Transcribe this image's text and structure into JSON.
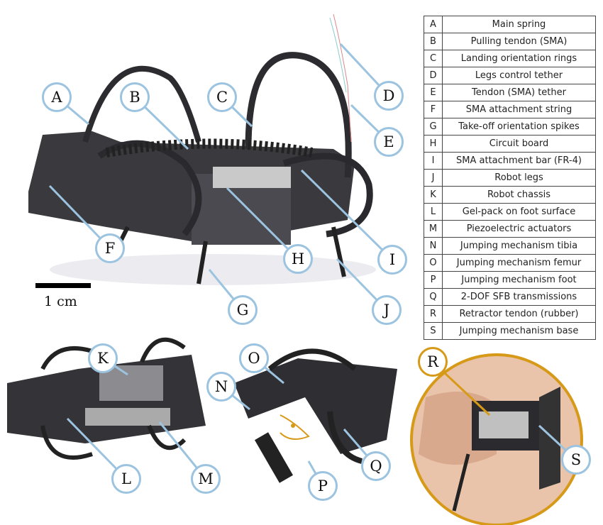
{
  "scale_bar": {
    "label": "1 cm"
  },
  "callouts": {
    "A": "A",
    "B": "B",
    "C": "C",
    "D": "D",
    "E": "E",
    "F": "F",
    "G": "G",
    "H": "H",
    "I": "I",
    "J": "J",
    "K": "K",
    "L": "L",
    "M": "M",
    "N": "N",
    "O": "O",
    "P": "P",
    "Q": "Q",
    "R": "R",
    "S": "S"
  },
  "legend": [
    {
      "key": "A",
      "text": "Main spring"
    },
    {
      "key": "B",
      "text": "Pulling tendon (SMA)"
    },
    {
      "key": "C",
      "text": "Landing orientation rings"
    },
    {
      "key": "D",
      "text": "Legs control tether"
    },
    {
      "key": "E",
      "text": "Tendon (SMA) tether"
    },
    {
      "key": "F",
      "text": "SMA attachment string"
    },
    {
      "key": "G",
      "text": "Take-off orientation spikes"
    },
    {
      "key": "H",
      "text": "Circuit board"
    },
    {
      "key": "I",
      "text": "SMA attachment bar (FR-4)"
    },
    {
      "key": "J",
      "text": "Robot legs"
    },
    {
      "key": "K",
      "text": "Robot chassis"
    },
    {
      "key": "L",
      "text": "Gel-pack on foot surface"
    },
    {
      "key": "M",
      "text": "Piezoelectric actuators"
    },
    {
      "key": "N",
      "text": "Jumping mechanism tibia"
    },
    {
      "key": "O",
      "text": "Jumping mechanism femur"
    },
    {
      "key": "P",
      "text": "Jumping mechanism foot"
    },
    {
      "key": "Q",
      "text": "2-DOF SFB transmissions"
    },
    {
      "key": "R",
      "text": "Retractor tendon (rubber)"
    },
    {
      "key": "S",
      "text": "Jumping mechanism base"
    }
  ],
  "colors": {
    "callout_border": "#9cc3df",
    "highlight": "#d79a18"
  }
}
